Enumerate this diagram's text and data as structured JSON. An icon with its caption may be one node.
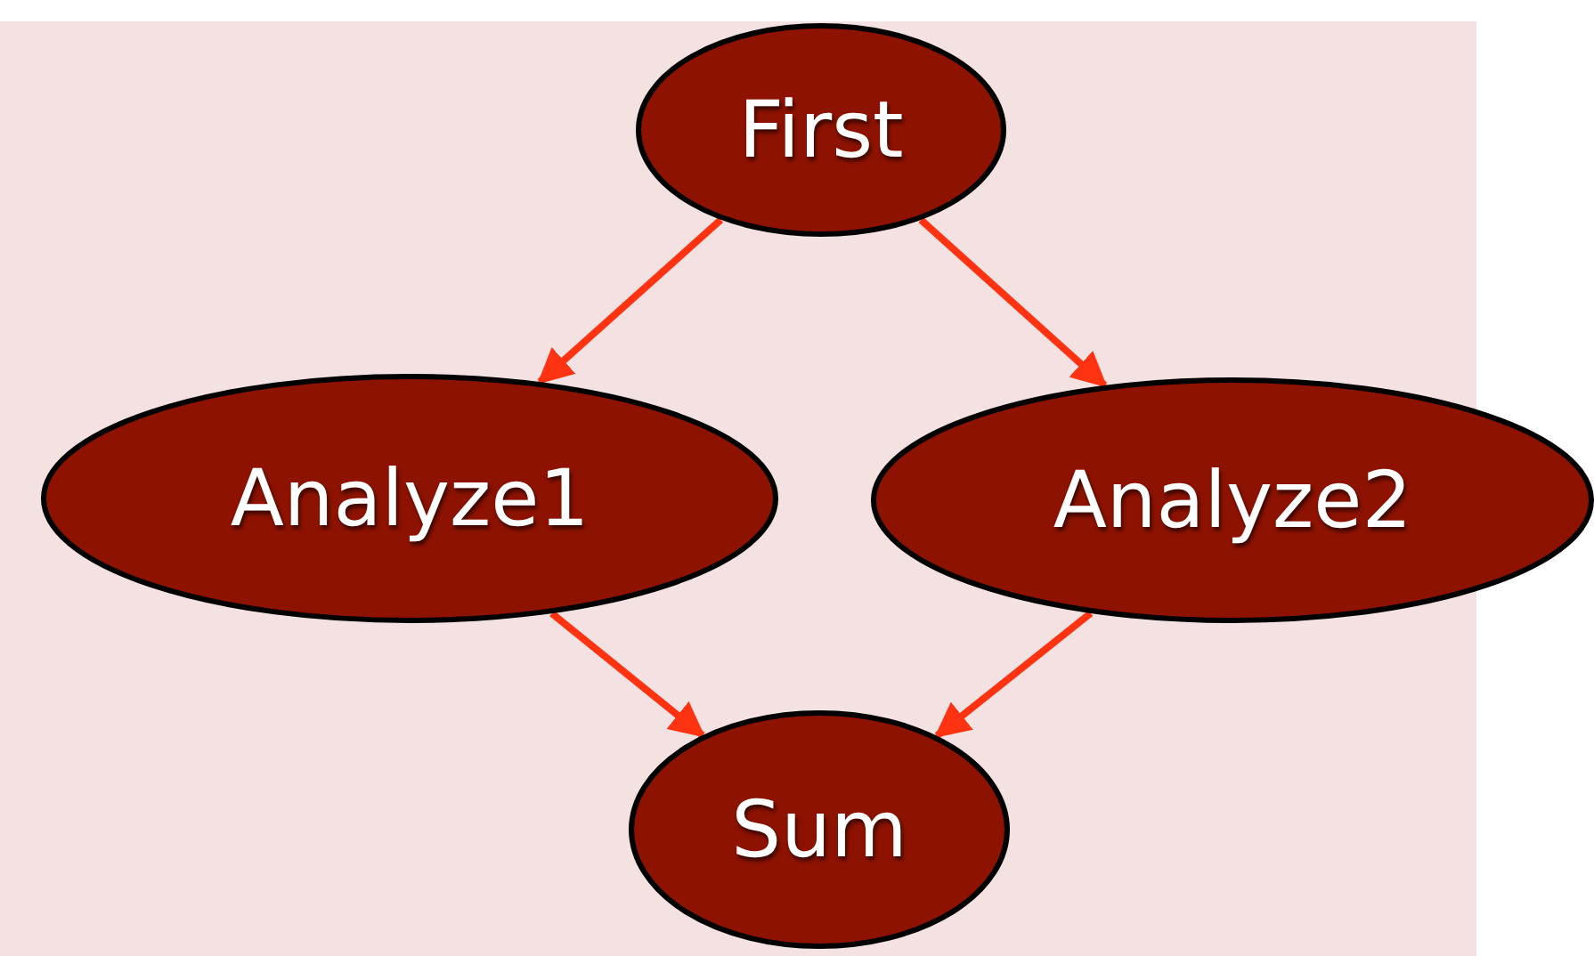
{
  "diagram": {
    "nodes": [
      {
        "text": [
          "First"
        ]
      },
      {
        "text": [
          "Analyze1"
        ]
      },
      {
        "text": [
          "Analyze2"
        ]
      },
      {
        "text": [
          "Sum"
        ]
      }
    ],
    "edges": [
      {
        "from": 0,
        "to": 1,
        "arrow": "to"
      },
      {
        "from": 0,
        "to": 2,
        "arrow": "to"
      },
      {
        "from": 1,
        "to": 3,
        "arrow": "to"
      },
      {
        "from": 2,
        "to": 3,
        "arrow": "to"
      }
    ]
  }
}
